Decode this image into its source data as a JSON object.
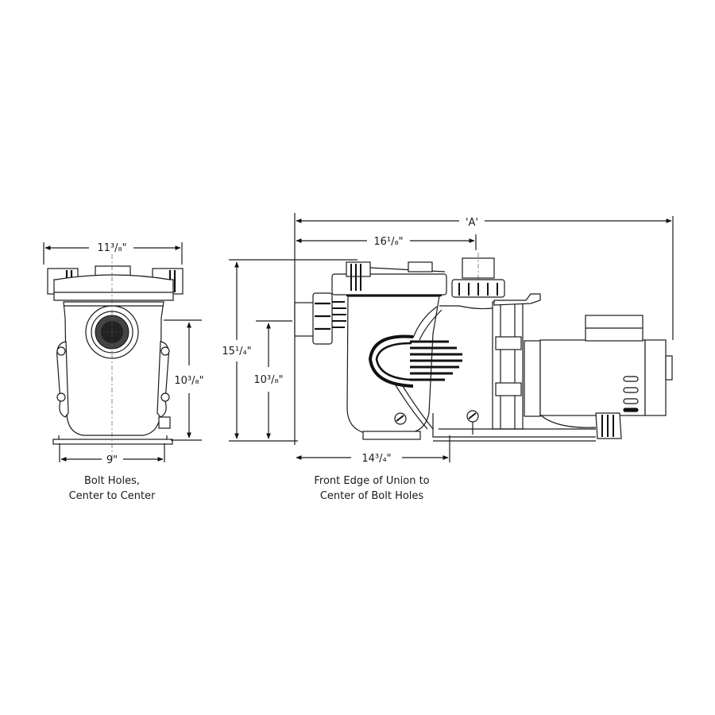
{
  "diagram": {
    "subject": "Pool pump dimensional drawing",
    "views": [
      {
        "name": "front-view",
        "dimensions": {
          "overall_width": "11³/₈\"",
          "inlet_height": "10³/₈\"",
          "bolt_hole_spacing": "9\""
        },
        "caption_line1": "Bolt Holes,",
        "caption_line2": "Center to Center"
      },
      {
        "name": "side-view",
        "dimensions": {
          "overall_length": "'A'",
          "strainer_length": "16¹/₈\"",
          "overall_height": "15¹/₄\"",
          "inlet_height": "10³/₈\"",
          "union_to_bolts": "14³/₄\""
        },
        "caption_line1": "Front Edge of Union to",
        "caption_line2": "Center of Bolt Holes"
      }
    ]
  }
}
